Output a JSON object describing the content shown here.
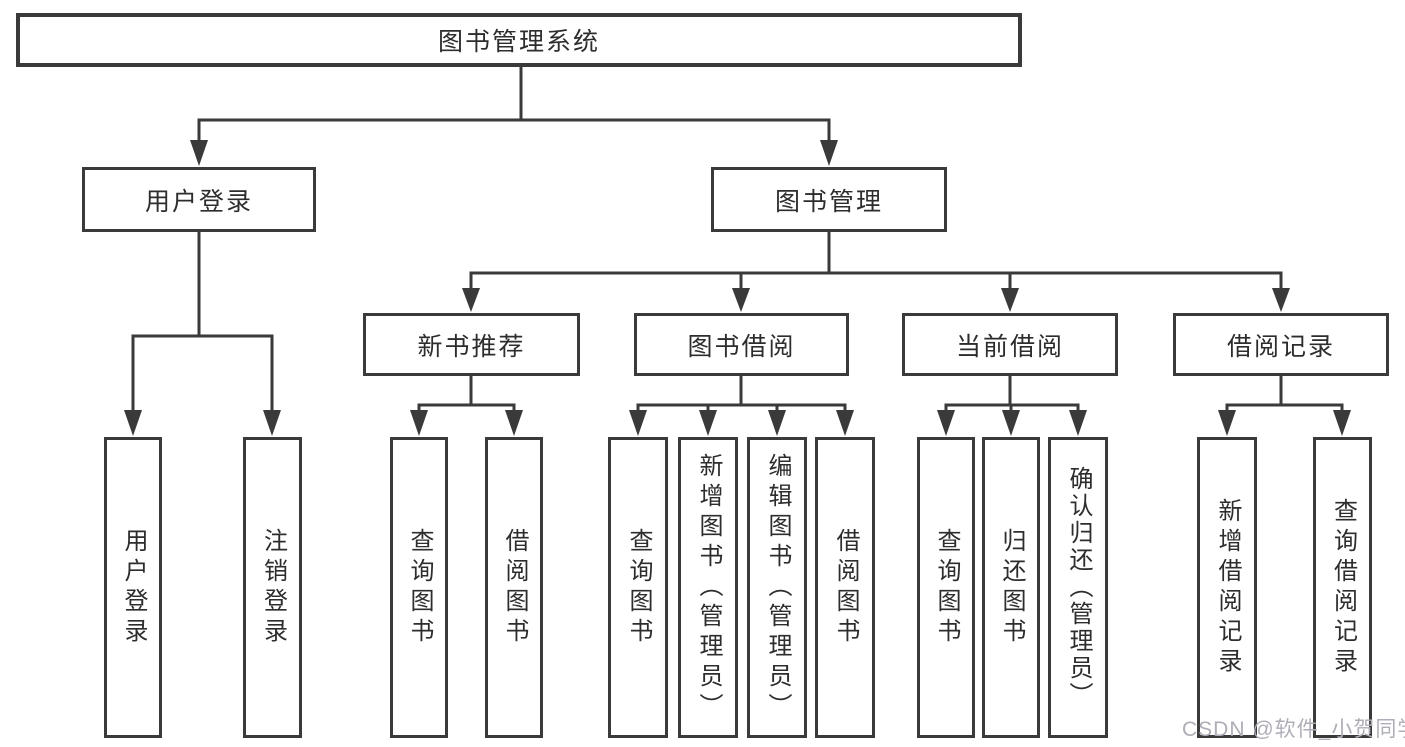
{
  "root": {
    "label": "图书管理系统"
  },
  "level2": [
    {
      "label": "用户登录"
    },
    {
      "label": "图书管理"
    }
  ],
  "level3": [
    {
      "label": "新书推荐"
    },
    {
      "label": "图书借阅"
    },
    {
      "label": "当前借阅"
    },
    {
      "label": "借阅记录"
    }
  ],
  "leaves": [
    {
      "label": "用户登录"
    },
    {
      "label": "注销登录"
    },
    {
      "label": "查询图书"
    },
    {
      "label": "借阅图书"
    },
    {
      "label": "查询图书"
    },
    {
      "label": "新增图书（管理员）"
    },
    {
      "label": "编辑图书（管理员）"
    },
    {
      "label": "借阅图书"
    },
    {
      "label": "查询图书"
    },
    {
      "label": "归还图书"
    },
    {
      "label": "确认归还（管理员）"
    },
    {
      "label": "新增借阅记录"
    },
    {
      "label": "查询借阅记录"
    }
  ],
  "watermark": "CSDN @软件_小贺同学",
  "colors": {
    "line": "#3a3a3a",
    "text": "#2d2d2d",
    "background": "#ffffff",
    "watermark": "#aeaeb8"
  }
}
